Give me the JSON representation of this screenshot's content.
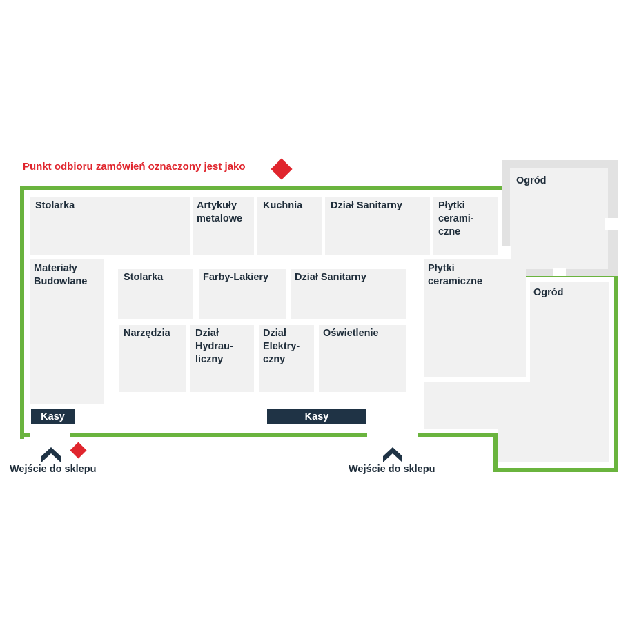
{
  "legend": {
    "text": "Punkt odbioru zamówień oznaczony jest jako",
    "marker_icon": "red-diamond-icon",
    "color": "#e0252d"
  },
  "colors": {
    "wall": "#6ab43e",
    "department": "#f1f1f1",
    "label": "#1f2d3a",
    "checkout": "#1f3345",
    "pickup_marker": "#e0252d"
  },
  "departments": {
    "stolarka_top": "Stolarka",
    "artykuly_metalowe": "Artykuły\nmetalowe",
    "kuchnia": "Kuchnia",
    "dzial_sanitarny_top": "Dział Sanitarny",
    "plytki_top": "Płytki\ncerami-\nczne",
    "ogrod_top": "Ogród",
    "materialy_budowlane": "Materiały\nBudowlane",
    "stolarka_mid": "Stolarka",
    "farby_lakiery": "Farby-Lakiery",
    "dzial_sanitarny_mid": "Dział Sanitarny",
    "plytki_right": "Płytki\nceramiczne",
    "ogrod_right": "Ogród",
    "narzedzia": "Narzędzia",
    "dzial_hydrauliczny": "Dział\nHydrau-\nliczny",
    "dzial_elektryczny": "Dział\nElektry-\nczny",
    "oswietlenie": "Oświetlenie"
  },
  "checkouts": {
    "left": "Kasy",
    "center": "Kasy"
  },
  "entrances": {
    "left": "Wejście do sklepu",
    "right": "Wejście do sklepu",
    "icon": "entrance-arrow-icon"
  }
}
